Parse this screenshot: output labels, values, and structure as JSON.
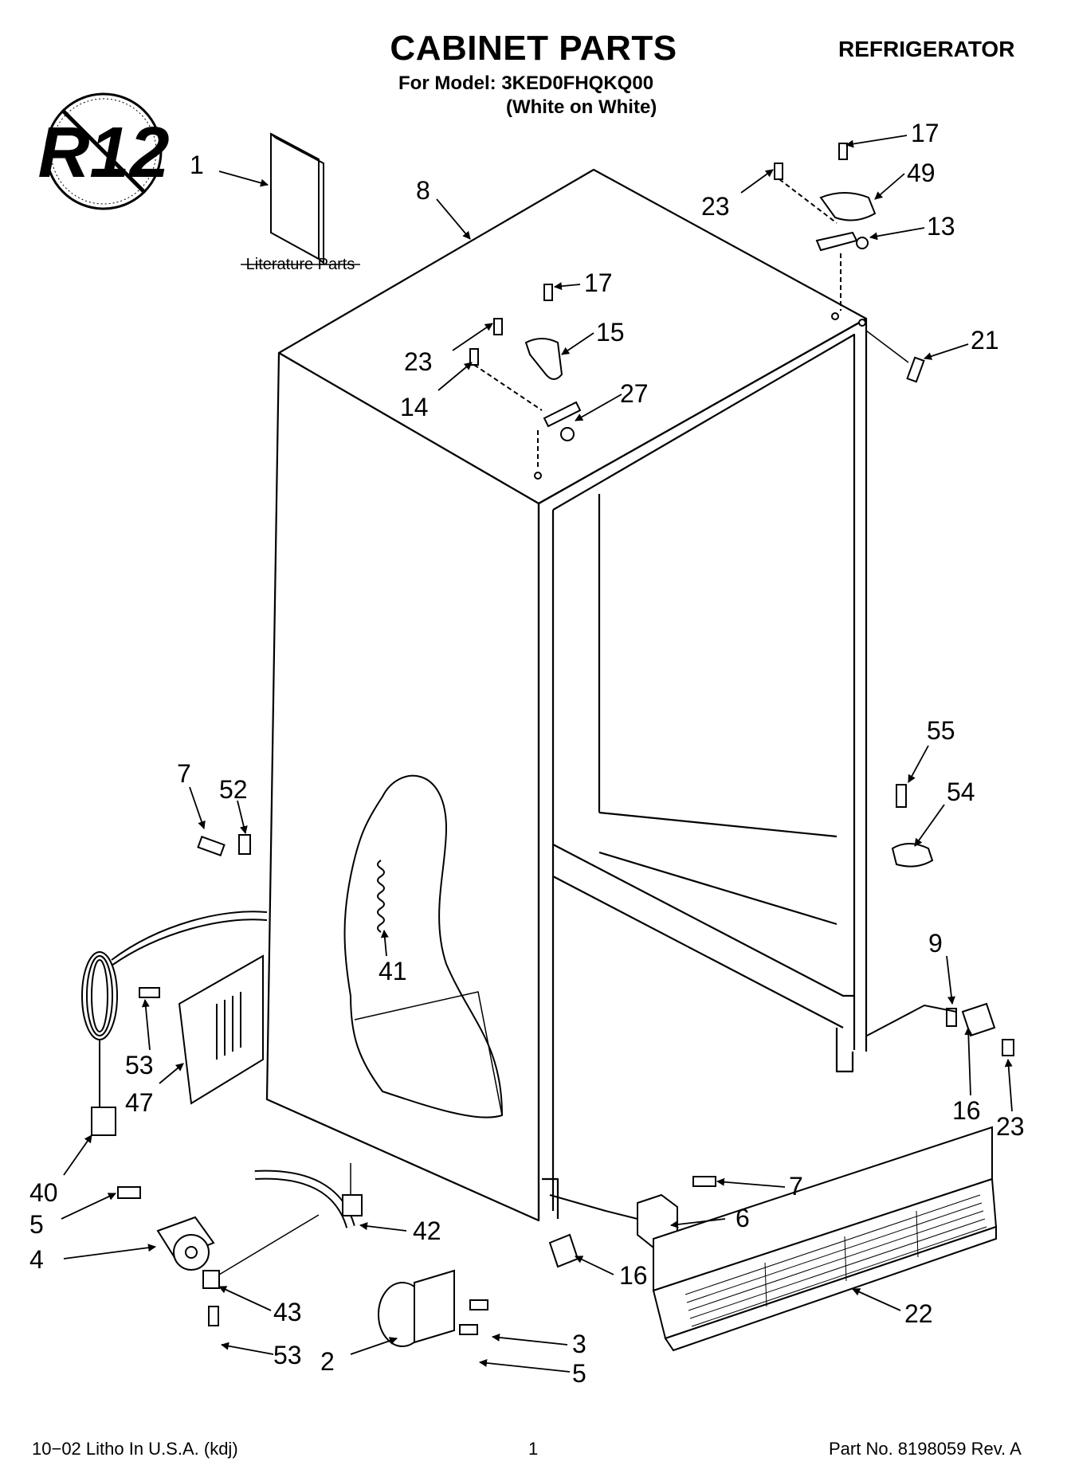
{
  "header": {
    "title": "CABINET PARTS",
    "appliance": "REFRIGERATOR",
    "model_line": "For Model: 3KED0FHQKQ00",
    "color_line": "(White on White)"
  },
  "badge": {
    "text": "R12",
    "icon": "no-r12-icon"
  },
  "literature_label": "Literature Parts",
  "callouts": [
    {
      "id": "c1",
      "text": "1"
    },
    {
      "id": "c8",
      "text": "8"
    },
    {
      "id": "c17a",
      "text": "17"
    },
    {
      "id": "c49",
      "text": "49"
    },
    {
      "id": "c23a",
      "text": "23"
    },
    {
      "id": "c13",
      "text": "13"
    },
    {
      "id": "c17b",
      "text": "17"
    },
    {
      "id": "c15",
      "text": "15"
    },
    {
      "id": "c23b",
      "text": "23"
    },
    {
      "id": "c14",
      "text": "14"
    },
    {
      "id": "c27",
      "text": "27"
    },
    {
      "id": "c21",
      "text": "21"
    },
    {
      "id": "c55",
      "text": "55"
    },
    {
      "id": "c54",
      "text": "54"
    },
    {
      "id": "c7a",
      "text": "7"
    },
    {
      "id": "c52",
      "text": "52"
    },
    {
      "id": "c41",
      "text": "41"
    },
    {
      "id": "c9",
      "text": "9"
    },
    {
      "id": "c53a",
      "text": "53"
    },
    {
      "id": "c47",
      "text": "47"
    },
    {
      "id": "c16a",
      "text": "16"
    },
    {
      "id": "c23c",
      "text": "23"
    },
    {
      "id": "c40",
      "text": "40"
    },
    {
      "id": "c7b",
      "text": "7"
    },
    {
      "id": "c6",
      "text": "6"
    },
    {
      "id": "c5a",
      "text": "5"
    },
    {
      "id": "c42",
      "text": "42"
    },
    {
      "id": "c4",
      "text": "4"
    },
    {
      "id": "c16b",
      "text": "16"
    },
    {
      "id": "c43",
      "text": "43"
    },
    {
      "id": "c22",
      "text": "22"
    },
    {
      "id": "c3",
      "text": "3"
    },
    {
      "id": "c53b",
      "text": "53"
    },
    {
      "id": "c2",
      "text": "2"
    },
    {
      "id": "c5b",
      "text": "5"
    }
  ],
  "footer": {
    "left": "10−02 Litho In U.S.A. (kdj)",
    "page": "1",
    "part_no": "Part No. 8198059 Rev. A"
  }
}
